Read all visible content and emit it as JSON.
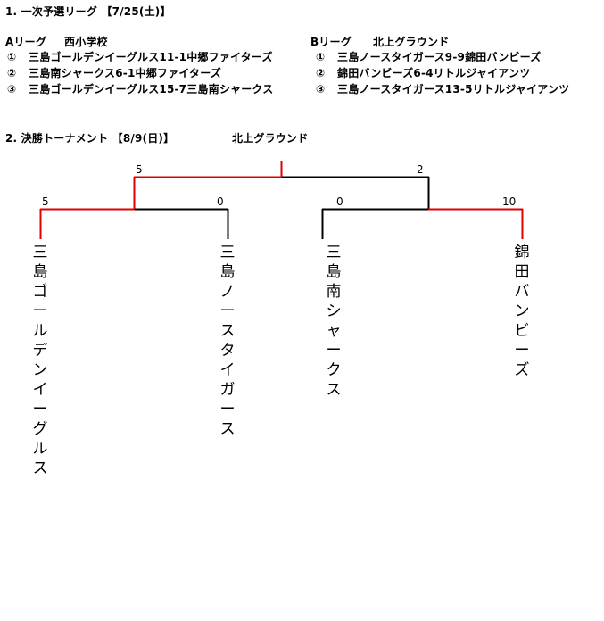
{
  "section1": {
    "title": "1. 一次予選リーグ 【7/25(土)】"
  },
  "league_a": {
    "label": "Aリーグ",
    "venue": "西小学校",
    "matches": [
      {
        "num": "①",
        "text": "三島ゴールデンイーグルス11-1中郷ファイターズ"
      },
      {
        "num": "②",
        "text": "三島南シャークス6-1中郷ファイターズ"
      },
      {
        "num": "③",
        "text": "三島ゴールデンイーグルス15-7三島南シャークス"
      }
    ]
  },
  "league_b": {
    "label": "Bリーグ",
    "venue": "北上グラウンド",
    "matches": [
      {
        "num": "①",
        "text": "三島ノースタイガース9-9錦田バンビーズ"
      },
      {
        "num": "②",
        "text": "錦田バンビーズ6-4リトルジャイアンツ"
      },
      {
        "num": "③",
        "text": "三島ノースタイガース13-5リトルジャイアンツ"
      }
    ]
  },
  "section2": {
    "title": "2. 決勝トーナメント 【8/9(日)】",
    "venue": "北上グラウンド"
  },
  "bracket": {
    "final_scores": {
      "left": "5",
      "right": "2"
    },
    "semi_left_scores": {
      "left": "5",
      "right": "0"
    },
    "semi_right_scores": {
      "left": "0",
      "right": "10"
    },
    "teams": [
      {
        "name": "三島ゴールデンイーグルス"
      },
      {
        "name": "三島ノースタイガース"
      },
      {
        "name": "三島南シャークス"
      },
      {
        "name": "錦田バンビーズ"
      }
    ]
  },
  "colors": {
    "winner_line": "#e00000",
    "loser_line": "#000000"
  }
}
